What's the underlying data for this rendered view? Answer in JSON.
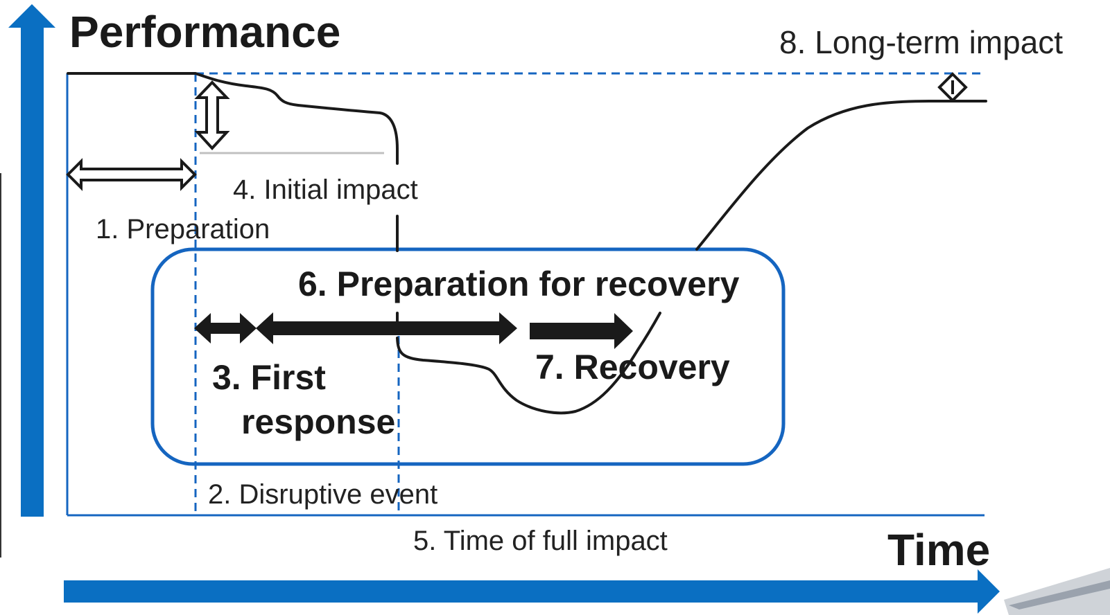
{
  "axes": {
    "y_label": "Performance",
    "x_label": "Time"
  },
  "labels": {
    "preparation": "1. Preparation",
    "disruptive_event": "2. Disruptive event",
    "first_response_line1": "3. First",
    "first_response_line2": "response",
    "initial_impact": "4. Initial impact",
    "full_impact": "5. Time of full impact",
    "prep_recovery": "6. Preparation for recovery",
    "recovery": "7. Recovery",
    "long_term": "8. Long-term impact"
  },
  "colors": {
    "axis_blue": "#0a6fc2",
    "frame_blue": "#1565c0",
    "curve": "#1a1a1a",
    "text": "#222222",
    "baseline_gray": "#c0c0c0"
  },
  "icons": {
    "y_axis": "arrow-up-icon",
    "x_axis": "arrow-right-icon",
    "preparation_span": "double-arrow-horizontal-icon",
    "initial_drop": "double-arrow-vertical-icon",
    "long_term_gap": "double-arrow-vertical-icon"
  }
}
